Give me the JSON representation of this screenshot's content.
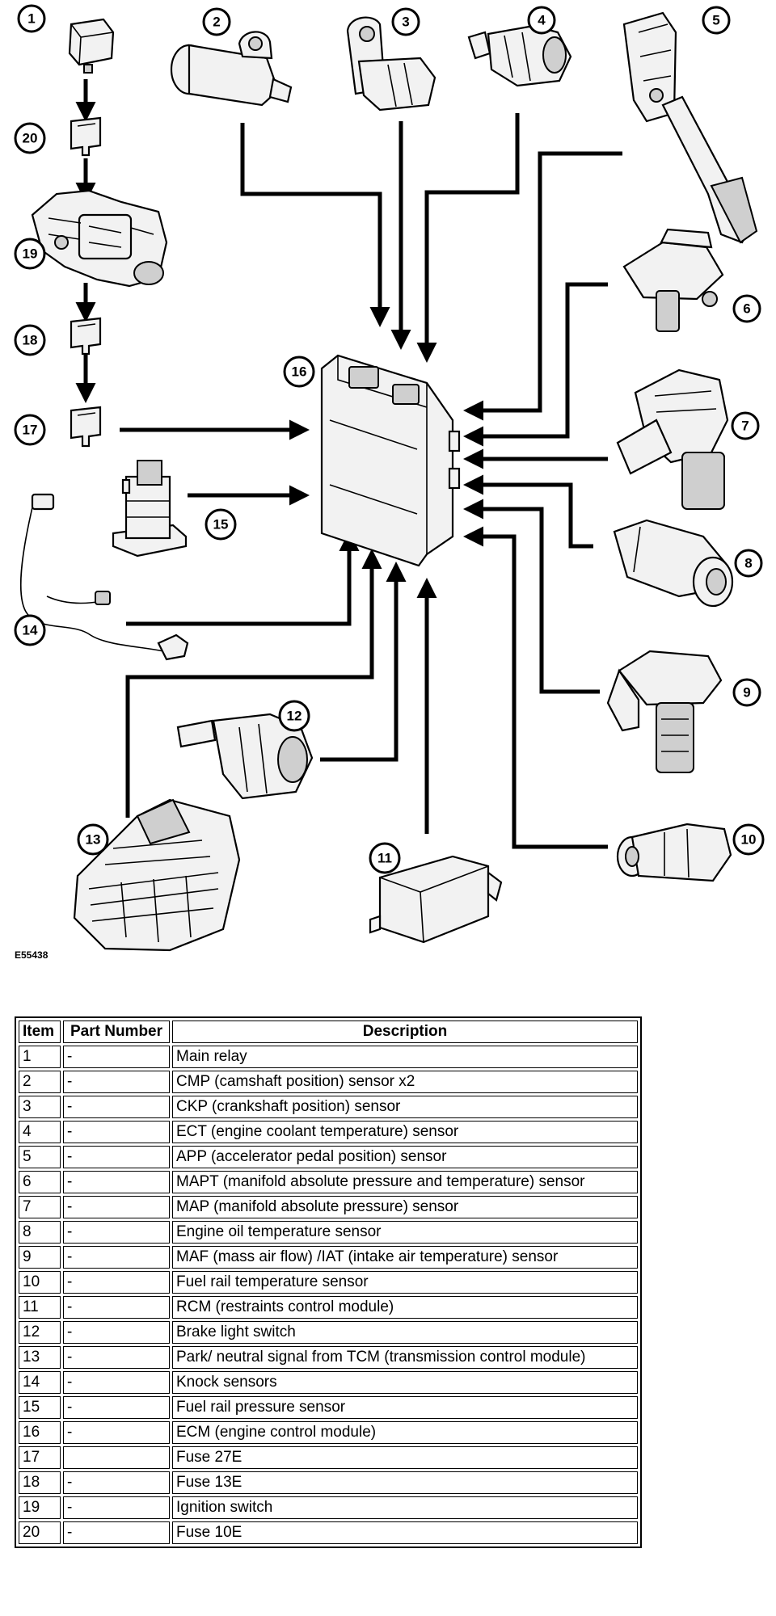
{
  "figure": {
    "code": "E55438",
    "callouts": [
      "1",
      "2",
      "3",
      "4",
      "5",
      "6",
      "7",
      "8",
      "9",
      "10",
      "11",
      "12",
      "13",
      "14",
      "15",
      "16",
      "17",
      "18",
      "19",
      "20"
    ]
  },
  "table": {
    "headers": {
      "item": "Item",
      "part_number": "Part Number",
      "description": "Description"
    },
    "rows": [
      {
        "item": "1",
        "part_number": "-",
        "description": "Main relay"
      },
      {
        "item": "2",
        "part_number": "-",
        "description": "CMP (camshaft position) sensor x2"
      },
      {
        "item": "3",
        "part_number": "-",
        "description": "CKP (crankshaft position) sensor"
      },
      {
        "item": "4",
        "part_number": "-",
        "description": "ECT (engine coolant temperature) sensor"
      },
      {
        "item": "5",
        "part_number": "-",
        "description": "APP (accelerator pedal position) sensor"
      },
      {
        "item": "6",
        "part_number": "-",
        "description": "MAPT (manifold absolute pressure and temperature) sensor"
      },
      {
        "item": "7",
        "part_number": "-",
        "description": "MAP (manifold absolute pressure) sensor"
      },
      {
        "item": "8",
        "part_number": "-",
        "description": "Engine oil temperature sensor"
      },
      {
        "item": "9",
        "part_number": "-",
        "description": "MAF (mass air flow) /IAT (intake air temperature) sensor"
      },
      {
        "item": "10",
        "part_number": "-",
        "description": "Fuel rail temperature sensor"
      },
      {
        "item": "11",
        "part_number": "-",
        "description": "RCM (restraints control module)"
      },
      {
        "item": "12",
        "part_number": "-",
        "description": "Brake light switch"
      },
      {
        "item": "13",
        "part_number": "-",
        "description": "Park/ neutral signal from TCM (transmission control module)"
      },
      {
        "item": "14",
        "part_number": "-",
        "description": "Knock sensors"
      },
      {
        "item": "15",
        "part_number": "-",
        "description": "Fuel rail pressure sensor"
      },
      {
        "item": "16",
        "part_number": "-",
        "description": "ECM (engine control module)"
      },
      {
        "item": "17",
        "part_number": "",
        "description": "Fuse 27E"
      },
      {
        "item": "18",
        "part_number": "-",
        "description": "Fuse 13E"
      },
      {
        "item": "19",
        "part_number": "-",
        "description": "Ignition switch"
      },
      {
        "item": "20",
        "part_number": "-",
        "description": "Fuse 10E"
      }
    ]
  }
}
